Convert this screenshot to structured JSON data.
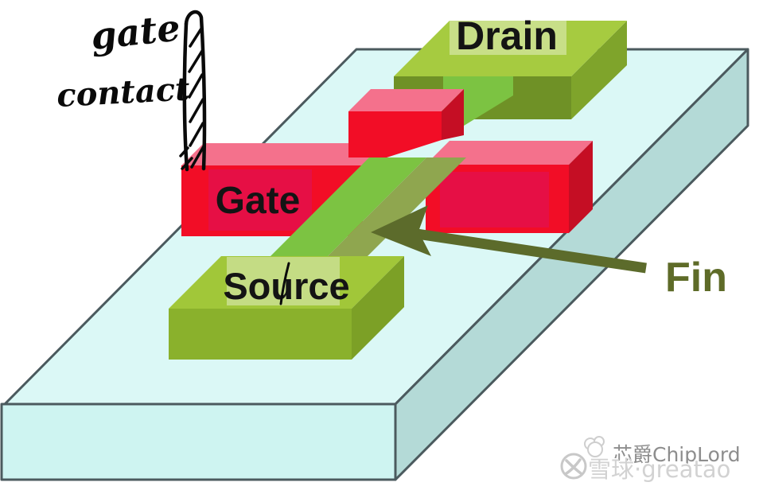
{
  "annotations": {
    "handwritten_line1": "gate",
    "handwritten_line2": "contact"
  },
  "labels": {
    "gate": "Gate",
    "drain": "Drain",
    "source": "Source",
    "fin": "Fin"
  },
  "watermark": {
    "brand": "芯爵ChipLord",
    "account": "雪球·greatao"
  },
  "colors": {
    "substrate_top": "#DBF8F6",
    "substrate_front": "#CEF4F1",
    "substrate_side": "#B4DAD7",
    "outline": "#4B5A5E",
    "source_top": "#A1C739",
    "drain_top": "#A6CB40",
    "green_front": "#8AB12C",
    "green_side": "#7CA026",
    "drain_front": "#6F9126",
    "drain_side": "#7FA42B",
    "fin_bright": "#7CC342",
    "fin_shadow": "#8FA64F",
    "red_front": "#F20D26",
    "red_top": "#F4718C",
    "red_side": "#C50E24",
    "red_patch": "#E60F45",
    "arrow": "#5C6B2B",
    "fin_label": "#5E6B28",
    "label_band": "rgba(255,255,255,0.38)",
    "text": "#141414",
    "wm_dark": "#8D8D8D",
    "wm_light": "#D2D2D2"
  }
}
